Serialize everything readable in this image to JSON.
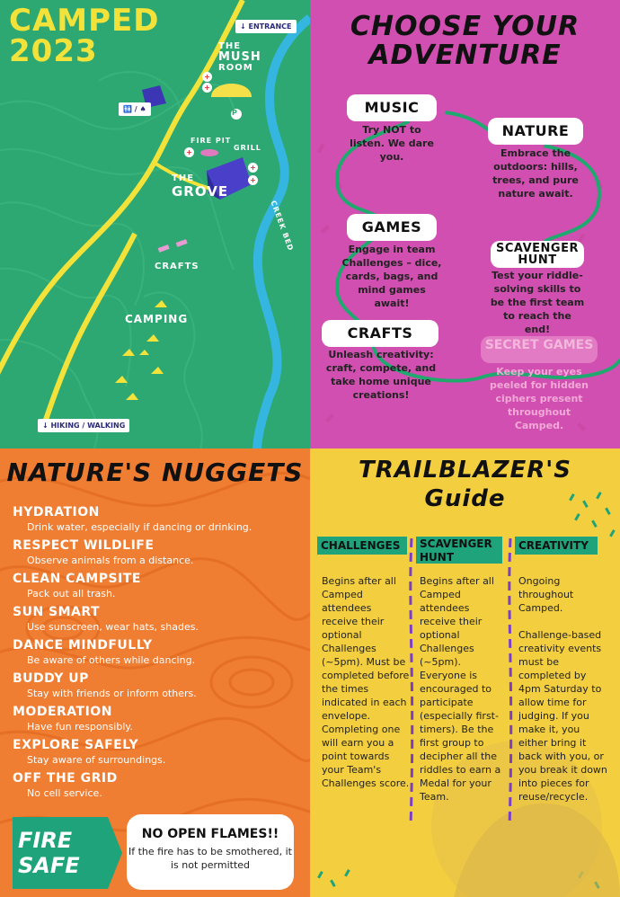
{
  "map": {
    "title_line1": "CAMPED",
    "title_line2": "2023",
    "entrance": "↓ ENTRANCE",
    "mush_room_line1": "THE",
    "mush_room_line2": "MUSH",
    "mush_room_line3": "ROOM",
    "fire_pit": "FIRE PIT",
    "grill": "GRILL",
    "grove_line1": "THE",
    "grove_line2": "GROVE",
    "creek_bed": "CREEK BED",
    "crafts": "CRAFTS",
    "camping": "CAMPING",
    "hiking": "↓ HIKING / WALKING",
    "parking": "P",
    "restroom": "🚻 / ♠",
    "first_aid": "+"
  },
  "adventure": {
    "title_line1": "CHOOSE YOUR",
    "title_line2": "ADVENTURE",
    "cards": [
      {
        "label": "MUSIC",
        "desc": "Try NOT to listen. We dare you."
      },
      {
        "label": "NATURE",
        "desc": "Embrace the outdoors: hills, trees, and pure nature await."
      },
      {
        "label": "GAMES",
        "desc": "Engage in team Challenges – dice, cards, bags, and mind games await!"
      },
      {
        "label": "SCAVENGER HUNT",
        "desc": "Test your riddle-solving skills to be the first team to reach the end!"
      },
      {
        "label": "CRAFTS",
        "desc": "Unleash creativity: craft, compete, and take home unique creations!"
      }
    ],
    "secret": {
      "label": "SECRET GAMES",
      "desc": "Keep your eyes peeled for hidden ciphers present throughout Camped."
    }
  },
  "nuggets": {
    "title": "NATURE'S NUGGETS",
    "items": [
      {
        "head": "HYDRATION",
        "text": "Drink water, especially if dancing or drinking."
      },
      {
        "head": "RESPECT WILDLIFE",
        "text": "Observe animals from a distance."
      },
      {
        "head": "CLEAN CAMPSITE",
        "text": "Pack out all trash."
      },
      {
        "head": "SUN SMART",
        "text": "Use sunscreen, wear hats, shades."
      },
      {
        "head": "DANCE MINDFULLY",
        "text": "Be aware of others while dancing."
      },
      {
        "head": "BUDDY UP",
        "text": "Stay with friends or inform others."
      },
      {
        "head": "MODERATION",
        "text": "Have fun responsibly."
      },
      {
        "head": "EXPLORE SAFELY",
        "text": "Stay aware of surroundings."
      },
      {
        "head": "OFF THE GRID",
        "text": "No cell service."
      }
    ],
    "fire_safe_line1": "FIRE",
    "fire_safe_line2": "SAFE",
    "flames_head": "NO OPEN FLAMES!!",
    "flames_text": "If the fire has to be smothered, it is not permitted"
  },
  "guide": {
    "title_line1": "TRAILBLAZER'S",
    "title_line2": "Guide",
    "columns": [
      {
        "head": "CHALLENGES",
        "text": "Begins after all Camped attendees receive their optional Challenges (~5pm). Must be completed before the times indicated in each envelope. Completing one will earn you a point towards your Team's Challenges score."
      },
      {
        "head": "SCAVENGER HUNT",
        "text": "Begins after all Camped attendees receive their optional Challenges (~5pm). Everyone is encouraged to participate (especially first-timers). Be the first group to decipher all the riddles to earn a Medal for your Team."
      },
      {
        "head": "CREATIVITY",
        "text": "Ongoing throughout Camped.\n\nChallenge-based creativity events must be completed by 4pm Saturday to allow time for judging. If you make it, you either bring it back with you, or you break it down into pieces for reuse/recycle."
      }
    ]
  },
  "colors": {
    "map_green": "#2ea872",
    "road_yellow": "#f2e23a",
    "creek_blue": "#34b6e0",
    "adventure_pink": "#d14fb0",
    "nuggets_orange": "#ef7d32",
    "guide_yellow": "#f3cf3f",
    "accent_teal": "#1fa37a"
  }
}
